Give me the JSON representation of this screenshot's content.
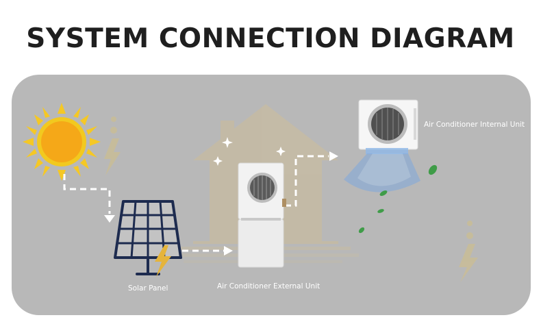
{
  "title": "SYSTEM CONNECTION DIAGRAM",
  "labels": {
    "solar_panel": "Solar Panel",
    "external_unit": "Air Conditioner External Unit",
    "internal_unit": "Air Conditioner Internal Unit"
  },
  "colors": {
    "background": "#ffffff",
    "panel": "#b8b8b8",
    "sun": "#f5b51b",
    "solar_frame": "#1d2b4f",
    "house": "#cdbd99",
    "arrow": "#ffffff",
    "leaf": "#3f9c48",
    "airflow": "#6f9fd8"
  }
}
